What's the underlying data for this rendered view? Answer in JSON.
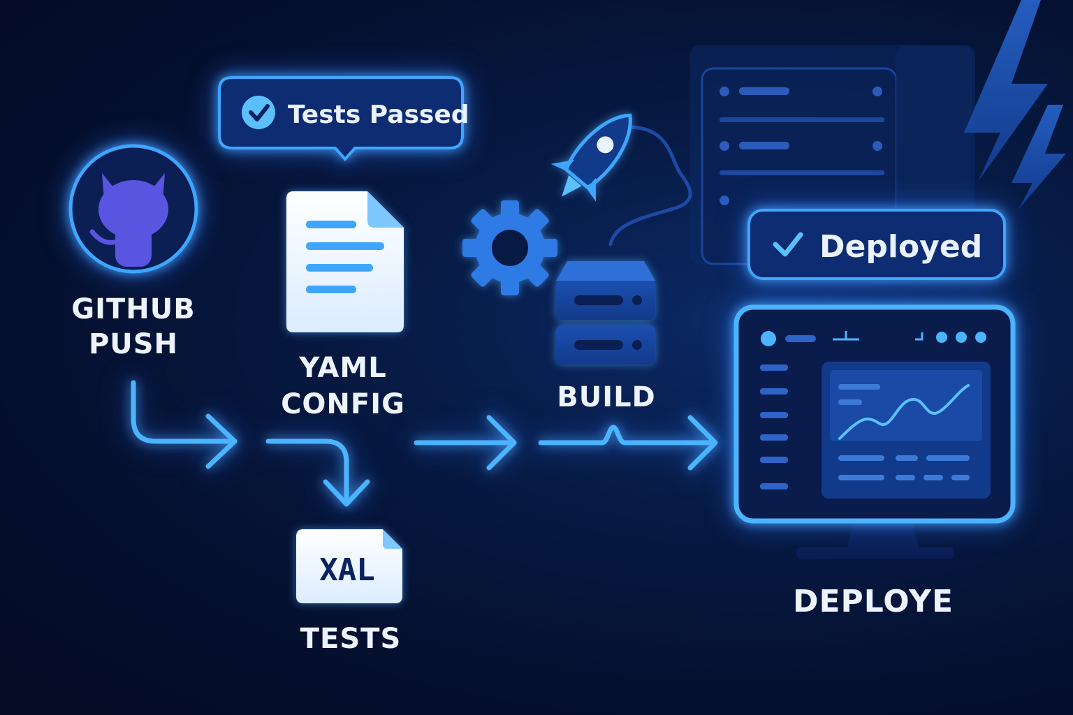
{
  "nodes": {
    "github": {
      "line1": "GITHUB",
      "line2": "PUSH"
    },
    "yaml": {
      "line1": "YAML",
      "line2": "CONFIG"
    },
    "tests": {
      "doc_text": "XAL",
      "label": "TESTS"
    },
    "build": {
      "label": "BUILD"
    },
    "deploy": {
      "label": "DEPLOYE"
    }
  },
  "badges": {
    "tests_passed": "Tests Passed",
    "deployed": "Deployed"
  },
  "icons": [
    "github-octocat-icon",
    "document-icon",
    "rocket-icon",
    "gear-icon",
    "server-icon",
    "monitor-dashboard-icon",
    "lightning-icon",
    "check-icon"
  ],
  "colors": {
    "background": "#050f2e",
    "accent": "#3ea6ff",
    "accent_bright": "#5cc0ff",
    "text": "#eef4ff",
    "octocat": "#5a55e0"
  }
}
